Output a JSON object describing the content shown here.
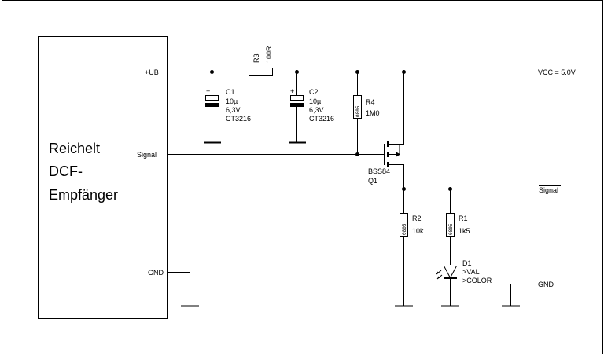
{
  "module": {
    "line1": "Reichelt",
    "line2": "DCF-",
    "line3": "Empfänger",
    "pin_ub": "+UB",
    "pin_signal": "Signal",
    "pin_gnd": "GND"
  },
  "r3": {
    "ref": "R3",
    "value": "100R"
  },
  "c1": {
    "ref": "C1",
    "value": "10µ",
    "voltage": "6,3V",
    "package": "CT3216",
    "polarity": "+"
  },
  "c2": {
    "ref": "C2",
    "value": "10µ",
    "voltage": "6,3V",
    "package": "CT3216",
    "polarity": "+"
  },
  "r4": {
    "ref": "R4",
    "value": "1M0",
    "footprint": "0805"
  },
  "q1": {
    "part": "BSS84",
    "ref": "Q1"
  },
  "r2": {
    "ref": "R2",
    "value": "10k",
    "footprint": "0805"
  },
  "r1": {
    "ref": "R1",
    "value": "1k5",
    "footprint": "0805"
  },
  "d1": {
    "ref": "D1",
    "value": ">VAL",
    "color": ">COLOR"
  },
  "nets": {
    "vcc": "VCC = 5.0V",
    "signal_out": "Signal",
    "gnd": "GND"
  }
}
